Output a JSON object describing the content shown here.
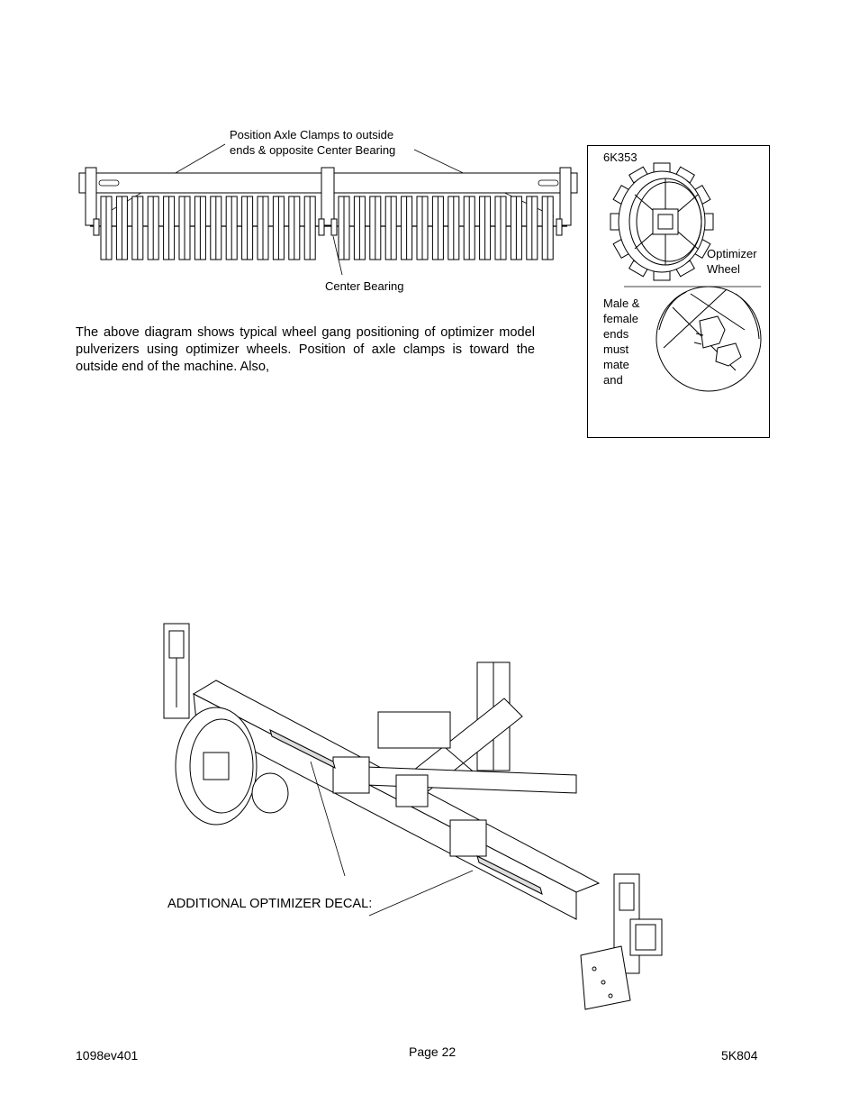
{
  "top_diagram": {
    "callout_axle_clamps_line1": "Position Axle Clamps to outside",
    "callout_axle_clamps_line2": "ends & opposite Center Bearing",
    "callout_center_bearing": "Center Bearing"
  },
  "paragraph": {
    "line1": "The above diagram shows typical wheel gang positioning  of optimizer model",
    "line2": "pulverizers using optimizer wheels. Position of axle clamps is toward the",
    "line3": "outside end of the machine.  Also,"
  },
  "side_box": {
    "part_number": "6K353",
    "wheel_label_line1": "Optimizer",
    "wheel_label_line2": "Wheel",
    "note_lines": [
      "Male &",
      "female",
      "ends",
      "must",
      "mate",
      "and"
    ]
  },
  "bottom_diagram": {
    "decal_label": "ADDITIONAL OPTIMIZER DECAL:"
  },
  "footer": {
    "left_code": "1098ev401",
    "page": "Page 22",
    "right_code": "5K804"
  }
}
